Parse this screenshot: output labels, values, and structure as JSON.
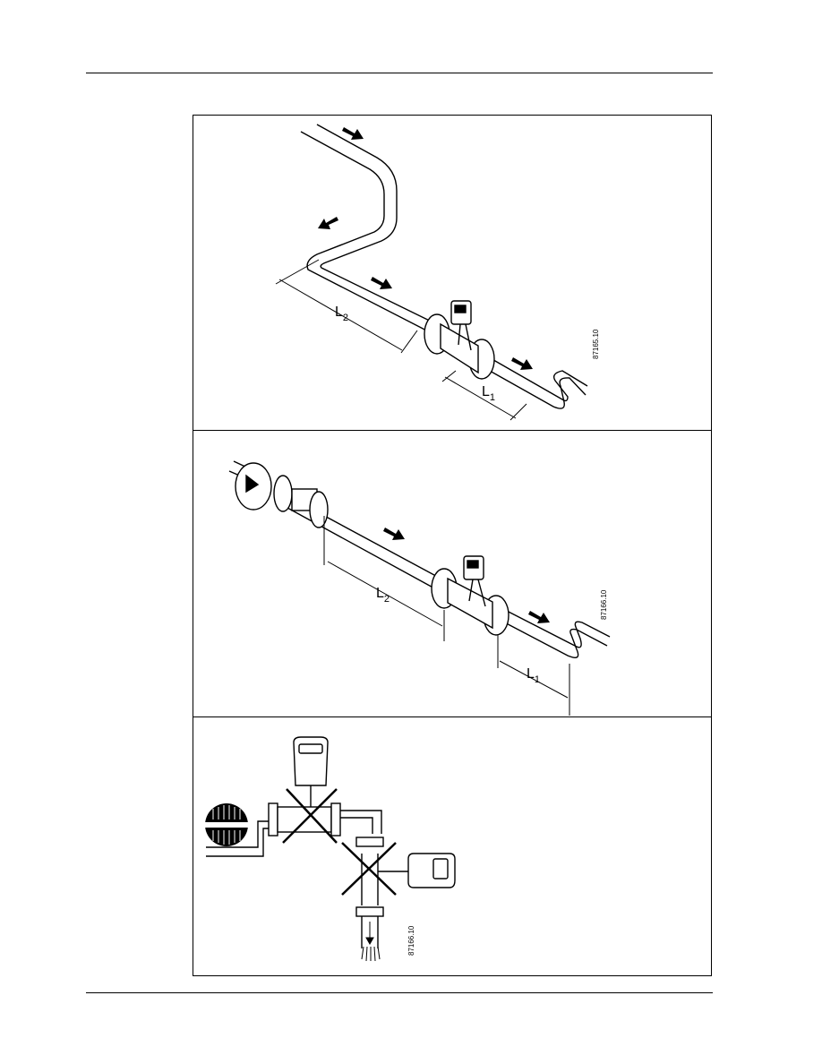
{
  "figures": [
    {
      "id": "top",
      "dim_long": "L",
      "dim_long_sub": "2",
      "dim_short": "L",
      "dim_short_sub": "1",
      "code": "87165.10"
    },
    {
      "id": "middle",
      "dim_long": "L",
      "dim_long_sub": "2",
      "dim_short": "L",
      "dim_short_sub": "1",
      "code": "87166.10"
    },
    {
      "id": "bottom",
      "code": "87166.10"
    }
  ]
}
